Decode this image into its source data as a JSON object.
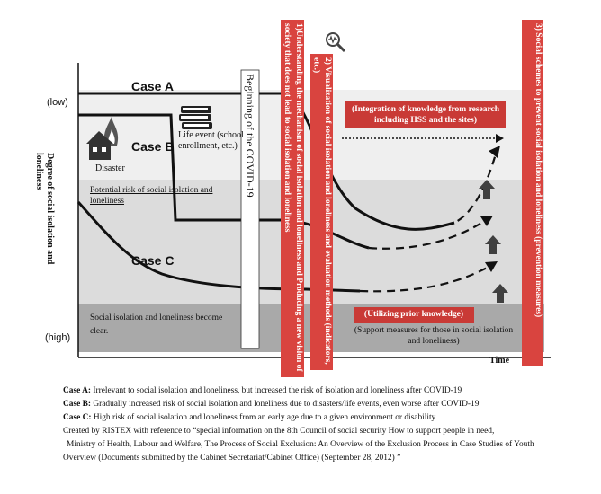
{
  "axes": {
    "y_title": "Degree of social isolation and loneliness",
    "y_low": "(low)",
    "y_high": "(high)",
    "x_title": "Time"
  },
  "cases": {
    "a": "Case A",
    "b": "Case B",
    "c": "Case C"
  },
  "icons": {
    "disaster_label": "Disaster",
    "life_event_label": "Life event (school enrollment, etc.)"
  },
  "covid_label": "Beginning of the COVID-19",
  "zones": {
    "potential_risk": "Potential risk of social isolation and loneliness",
    "clear_isolation": "Social isolation and loneliness become clear."
  },
  "pillars": {
    "p1": "1)Understanding the mechanism of social isolation and loneliness and Producing a new vision of society that does not lead to social isolation and loneliness",
    "p2": "2) Visualization of social isolation and loneliness and evaluation methods (indicators, etc.)",
    "p3": "3) Social schemes to prevent social isolation and loneliness (prevention measures)"
  },
  "boxes": {
    "integration": "(Integration of knowledge from research including HSS and the sites)",
    "utilizing": "(Utilizing prior knowledge)",
    "support": "(Support measures for those in social isolation and loneliness)"
  },
  "notes": {
    "case_a_key": "Case A:",
    "case_a_text": "Irrelevant to social isolation and loneliness, but increased the risk of isolation and loneliness after COVID-19",
    "case_b_key": "Case B:",
    "case_b_text": "Gradually increased risk of social isolation and loneliness due to disasters/life events, even worse after COVID-19",
    "case_c_key": "Case C:",
    "case_c_text": "High risk of social isolation and loneliness from an early age due to a given environment or disability",
    "credit_1": "Created by RISTEX with reference to “special information on the 8th Council of social security How to support people in need,",
    "credit_2": "Ministry of Health, Labour and Welfare, The Process of Social Exclusion: An Overview of the Exclusion Process in Case Studies of Youth",
    "credit_3": "Overview (Documents submitted by the Cabinet Secretariat/Cabinet Office) (September 28, 2012) ”"
  },
  "colors": {
    "pillar_red": "#d9443f",
    "box_red": "#c93a36",
    "zone_light": "#efefef",
    "zone_mid": "#dcdcdc",
    "zone_dark": "#a9a9a9"
  }
}
